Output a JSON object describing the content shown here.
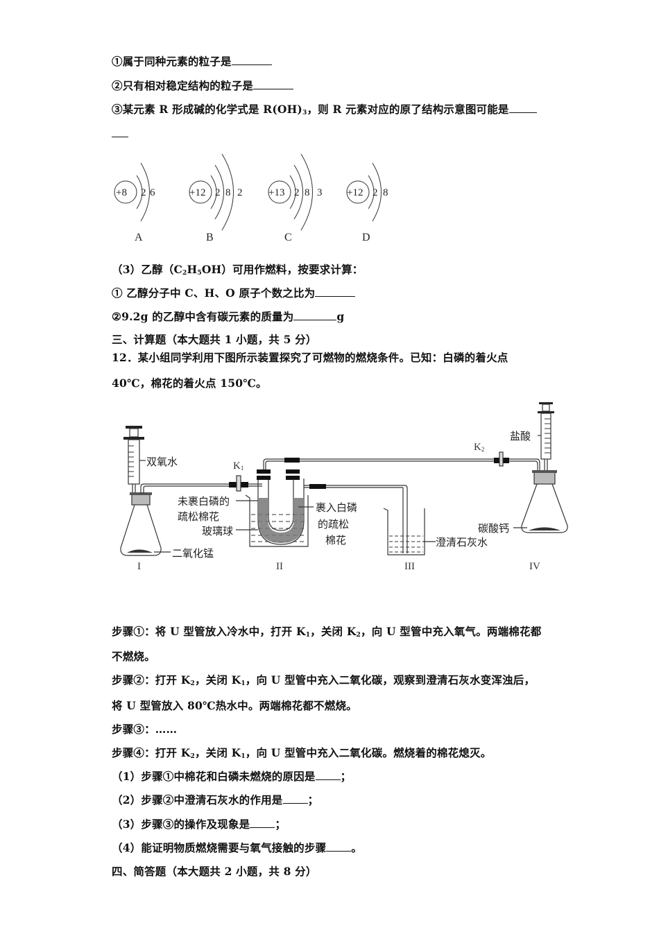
{
  "questions_part2": {
    "q1": {
      "marker": "①",
      "text": "属于同种元素的粒子是"
    },
    "q2": {
      "marker": "②",
      "text": "只有相对稳定结构的粒子是"
    },
    "q3": {
      "marker": "③",
      "text_before": "某元素 R 形成碱的化学式是 R(OH)",
      "sub": "3",
      "text_after": "，则 R 元素对应的原了结构示意图可能是"
    }
  },
  "atom_diagrams": [
    {
      "label": "A",
      "nucleus": "+8",
      "shells": [
        "2",
        "6"
      ]
    },
    {
      "label": "B",
      "nucleus": "+12",
      "shells": [
        "2",
        "8",
        "2"
      ]
    },
    {
      "label": "C",
      "nucleus": "+13",
      "shells": [
        "2",
        "8",
        "3"
      ]
    },
    {
      "label": "D",
      "nucleus": "+12",
      "shells": [
        "2",
        "8"
      ]
    }
  ],
  "part3": {
    "heading_before": "（3）乙醇（C",
    "sub1": "2",
    "mid": "H",
    "sub2": "5",
    "heading_after": "OH）可用作燃料，按要求计算：",
    "q1": "① 乙醇分子中 C、H、O 原子个数之比为",
    "q2_before": "②9.2g 的乙醇中含有碳元素的质量为",
    "q2_unit": "g"
  },
  "section3": {
    "title": "三、计算题（本大题共 1 小题，共 5 分）"
  },
  "q12": {
    "line1": "12．某小组同学利用下图所示装置探究了可燃物的燃烧条件。已知：白磷的着火点",
    "line2": "40℃，棉花的着火点 150℃。"
  },
  "apparatus": {
    "labels": {
      "hydrogen_peroxide": "双氧水",
      "mno2": "二氧化锰",
      "k1": "K",
      "k1_sub": "1",
      "k2": "K",
      "k2_sub": "2",
      "cotton_plain_1": "未裹白磷的",
      "cotton_plain_2": "疏松棉花",
      "glass_beads": "玻璃球",
      "cotton_p_1": "裹入白磷",
      "cotton_p_2": "的疏松",
      "cotton_p_3": "棉花",
      "limewater": "澄清石灰水",
      "hcl": "盐酸",
      "caco3": "碳酸钙"
    },
    "roman": [
      "I",
      "II",
      "III",
      "IV"
    ]
  },
  "steps": {
    "s1_a": "步骤①：将 U 型管放入冷水中，打开 K",
    "s1_a_sub": "1",
    "s1_b": "，关闭 K",
    "s1_b_sub": "2",
    "s1_c": "，向 U 型管中充入氧气。两端棉花都",
    "s1_d": "不燃烧。",
    "s2_a": "步骤②：打开 K",
    "s2_a_sub": "2",
    "s2_b": "，关闭 K",
    "s2_b_sub": "1",
    "s2_c": "，向 U 型管中充入二氧化碳，观察到澄清石灰水变浑浊后，",
    "s2_d": "将 U 型管放入 80℃热水中。两端棉花都不燃烧。",
    "s3": "步骤③：……",
    "s4_a": "步骤④：打开 K",
    "s4_a_sub": "2",
    "s4_b": "，关闭 K",
    "s4_b_sub": "1",
    "s4_c": "，向 U 型管中充入二氧化碳。燃烧着的棉花熄灭。"
  },
  "sub_questions": [
    {
      "text": "（1）步骤①中棉花和白磷未燃烧的原因是",
      "end": "；"
    },
    {
      "text": "（2）步骤②中澄清石灰水的作用是",
      "end": "；"
    },
    {
      "text": "（3）步骤③的操作及现象是",
      "end": "；"
    },
    {
      "text": "（4）能证明物质燃烧需要与氧气接触的步骤",
      "end": "。"
    }
  ],
  "section4": {
    "title": "四、简答题（本大题共 2 小题，共 8 分）"
  }
}
